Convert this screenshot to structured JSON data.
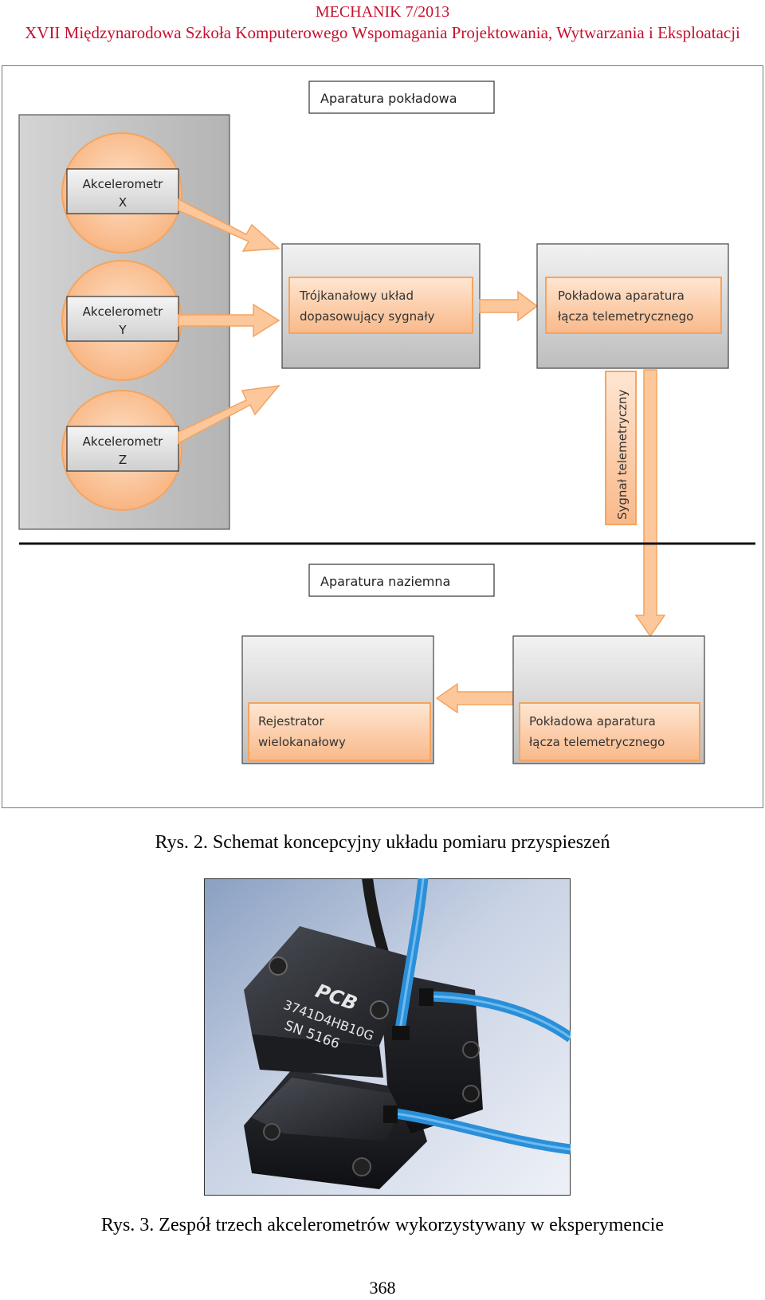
{
  "header": {
    "journal": "MECHANIK 7/2013",
    "conference": "XVII Międzynarodowa Szkoła Komputerowego Wspomagania Projektowania, Wytwarzania i Eksploatacji"
  },
  "diagram": {
    "onboard_label": "Aparatura pokładowa",
    "ground_label": "Aparatura naziemna",
    "accel_x": [
      "Akcelerometr",
      "X"
    ],
    "accel_y": [
      "Akcelerometr",
      "Y"
    ],
    "accel_z": [
      "Akcelerometr",
      "Z"
    ],
    "conditioner": [
      "Trójkanałowy układ",
      "dopasowujący sygnały"
    ],
    "telemetry_onboard": [
      "Pokładowa aparatura",
      "łącza telemetrycznego"
    ],
    "telemetry_signal": "Sygnał telemetryczny",
    "recorder": [
      "Rejestrator",
      "wielokanałowy"
    ],
    "telemetry_ground": [
      "Pokładowa aparatura",
      "łącza telemetrycznego"
    ]
  },
  "photo": {
    "label_brand": "PCB",
    "label_model": "3741D4HB10G",
    "label_serial": "SN 5166"
  },
  "captions": {
    "fig2": "Rys. 2. Schemat koncepcyjny układu pomiaru przyspieszeń",
    "fig3": "Rys. 3. Zespół trzech akcelerometrów wykorzystywany w eksperymencie"
  },
  "page_number": "368",
  "colors": {
    "header_red": "#c8102e",
    "orange_fill": "#fcc79a",
    "orange_stroke": "#f4a460",
    "gray_panel": "#c9c9c9",
    "cable_blue": "#2a8fd8"
  }
}
